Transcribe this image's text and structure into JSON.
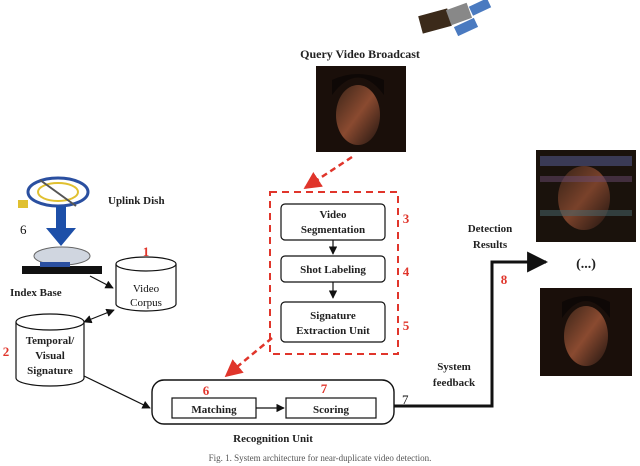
{
  "title": "Query Video Broadcast",
  "uplink_dish": "Uplink Dish",
  "index_base": "Index Base",
  "video_corpus": [
    "Video",
    "Corpus"
  ],
  "signature_db": [
    "Temporal/",
    "Visual",
    "Signature"
  ],
  "video_segmentation": [
    "Video",
    "Segmentation"
  ],
  "shot_labeling": "Shot Labeling",
  "signature_extraction": [
    "Signature",
    "Extraction Unit"
  ],
  "matching": "Matching",
  "scoring": "Scoring",
  "recognition_unit": "Recognition Unit",
  "system_feedback": [
    "System",
    "feedback"
  ],
  "detection_results": [
    "Detection",
    "Results"
  ],
  "ellipsis": "(...)",
  "numbers": {
    "n1": "1",
    "n2": "2",
    "n3": "3",
    "n4": "4",
    "n5": "5",
    "n6": "6",
    "n7": "7",
    "n8": "8",
    "n6_dish": "6",
    "n7_out": "7"
  },
  "caption": "Fig. 1. System architecture for near-duplicate video detection.",
  "colors": {
    "accent": "#e0352b",
    "arrow": "#1d4fa8",
    "dark": "#111111"
  }
}
